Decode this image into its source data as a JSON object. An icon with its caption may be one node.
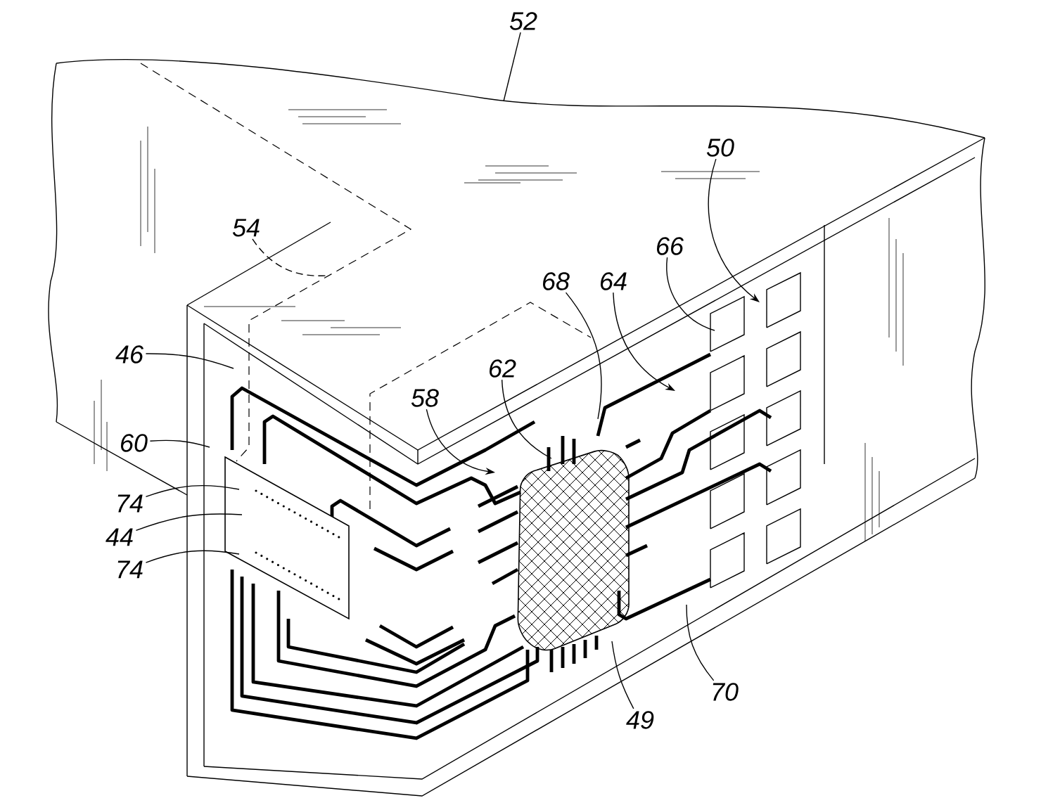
{
  "diagram": {
    "nodes": [
      {
        "text": [
          "52"
        ]
      },
      {
        "text": [
          "54"
        ]
      },
      {
        "text": [
          "50"
        ]
      },
      {
        "text": [
          "66"
        ]
      },
      {
        "text": [
          "68"
        ]
      },
      {
        "text": [
          "64"
        ]
      },
      {
        "text": [
          "62"
        ]
      },
      {
        "text": [
          "58"
        ]
      },
      {
        "text": [
          "46"
        ]
      },
      {
        "text": [
          "60"
        ]
      },
      {
        "text": [
          "74"
        ]
      },
      {
        "text": [
          "44"
        ]
      },
      {
        "text": [
          "74"
        ]
      },
      {
        "text": [
          "49"
        ]
      },
      {
        "text": [
          "70"
        ]
      }
    ],
    "edges": [
      {
        "from": 0,
        "to": null,
        "arrow": "none"
      },
      {
        "from": 1,
        "to": null,
        "arrow": "none",
        "style": "dashed"
      },
      {
        "from": 2,
        "to": null,
        "arrow": "to"
      },
      {
        "from": 3,
        "to": null,
        "arrow": "none"
      },
      {
        "from": 4,
        "to": null,
        "arrow": "none"
      },
      {
        "from": 5,
        "to": null,
        "arrow": "to"
      },
      {
        "from": 6,
        "to": null,
        "arrow": "none"
      },
      {
        "from": 7,
        "to": null,
        "arrow": "to"
      },
      {
        "from": 8,
        "to": null,
        "arrow": "none"
      },
      {
        "from": 9,
        "to": null,
        "arrow": "none"
      },
      {
        "from": 10,
        "to": null,
        "arrow": "none"
      },
      {
        "from": 11,
        "to": null,
        "arrow": "none"
      },
      {
        "from": 12,
        "to": null,
        "arrow": "none"
      },
      {
        "from": 13,
        "to": null,
        "arrow": "none"
      },
      {
        "from": 14,
        "to": null,
        "arrow": "none"
      }
    ]
  }
}
